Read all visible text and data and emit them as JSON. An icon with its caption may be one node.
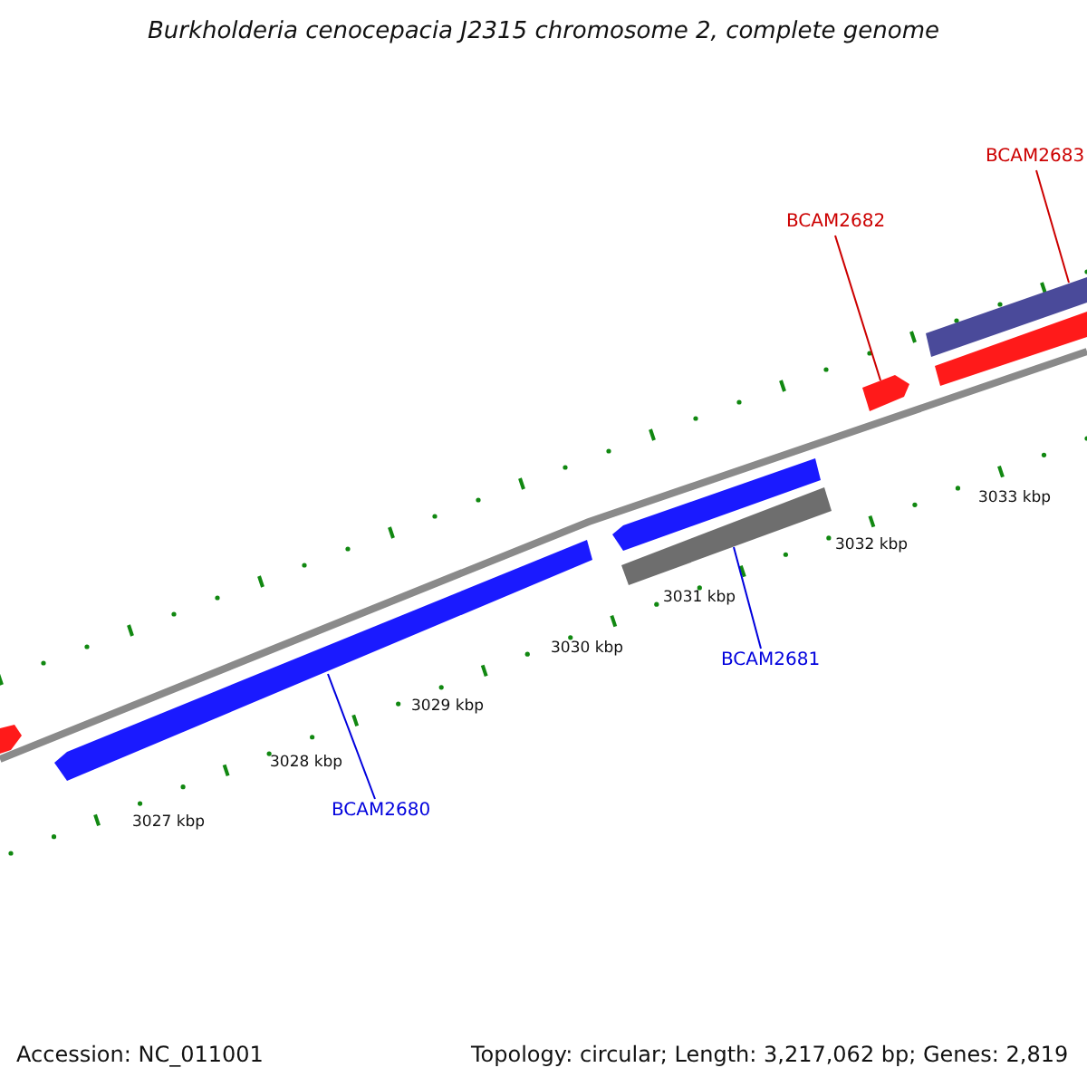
{
  "diagram": {
    "title": "Burkholderia cenocepacia J2315 chromosome 2, complete genome",
    "nodes": [
      {
        "text": [
          "BCAM2683"
        ]
      },
      {
        "text": [],
        "shape": "bar"
      },
      {
        "text": [
          "BCAM2682"
        ]
      },
      {
        "text": [],
        "shape": "bar"
      },
      {
        "text": [
          "BCAM2681"
        ]
      },
      {
        "text": [],
        "shape": "bar"
      },
      {
        "text": [
          "BCAM2680"
        ]
      },
      {
        "text": [],
        "shape": "bar"
      },
      {
        "text": [],
        "shape": "bar"
      },
      {
        "text": [],
        "shape": "bar"
      },
      {
        "text": [],
        "shape": "bar"
      }
    ],
    "edges": [
      {
        "from": 0,
        "to": 1,
        "arrow": "none",
        "color": "#cc0000"
      },
      {
        "from": 2,
        "to": 3,
        "arrow": "none",
        "color": "#cc0000"
      },
      {
        "from": 4,
        "to": 5,
        "arrow": "none",
        "color": "#0000dd"
      },
      {
        "from": 6,
        "to": 7,
        "arrow": "none",
        "color": "#0000dd"
      }
    ],
    "labels": [
      "3033 kbp",
      "3032 kbp",
      "3031 kbp",
      "3030 kbp",
      "3029 kbp",
      "3028 kbp",
      "3027 kbp",
      "Accession: NC_011001",
      "Topology: circular; Length: 3,217,062 bp; Genes: 2,819"
    ]
  }
}
